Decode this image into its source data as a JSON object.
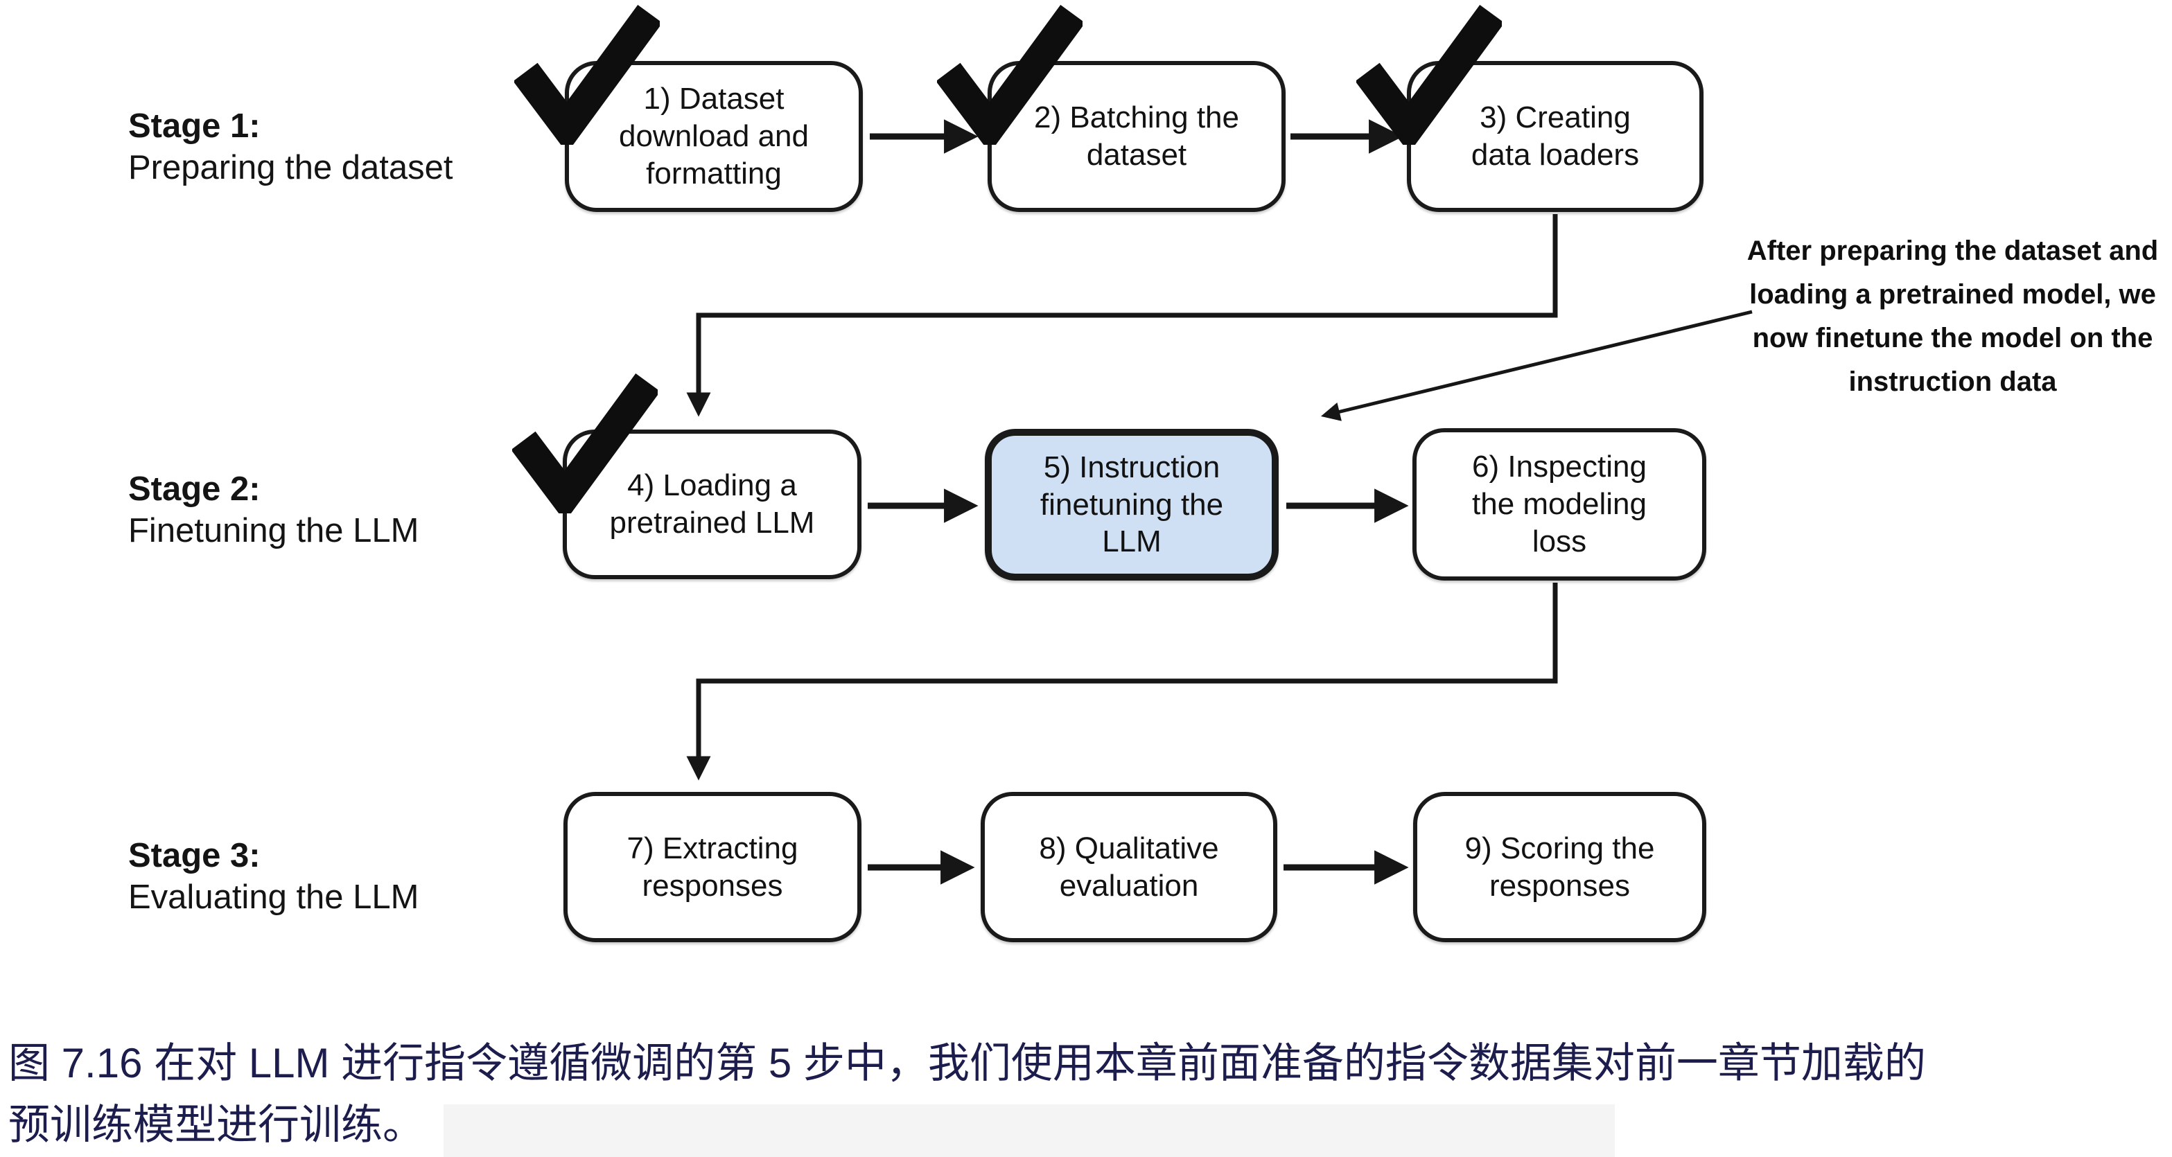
{
  "figure": {
    "stages": [
      {
        "title": "Stage 1:",
        "subtitle": "Preparing the dataset"
      },
      {
        "title": "Stage 2:",
        "subtitle": "Finetuning the LLM"
      },
      {
        "title": "Stage 3:",
        "subtitle": "Evaluating the LLM"
      }
    ],
    "boxes": [
      {
        "label": "1) Dataset download and formatting",
        "checked": true,
        "highlighted": false
      },
      {
        "label": "2) Batching the dataset",
        "checked": true,
        "highlighted": false
      },
      {
        "label": "3) Creating data loaders",
        "checked": true,
        "highlighted": false
      },
      {
        "label": "4) Loading a pretrained LLM",
        "checked": true,
        "highlighted": false
      },
      {
        "label": "5) Instruction finetuning the LLM",
        "checked": false,
        "highlighted": true
      },
      {
        "label": "6) Inspecting the modeling loss",
        "checked": false,
        "highlighted": false
      },
      {
        "label": "7) Extracting responses",
        "checked": false,
        "highlighted": false
      },
      {
        "label": "8) Qualitative evaluation",
        "checked": false,
        "highlighted": false
      },
      {
        "label": "9) Scoring the responses",
        "checked": false,
        "highlighted": false
      }
    ],
    "annotation": {
      "lines": [
        "After preparing the dataset and",
        "loading a pretrained model, we",
        "now finetune the model on the",
        "instruction data"
      ]
    },
    "caption": {
      "line1": "图 7.16 在对 LLM 进行指令遵循微调的第 5 步中，我们使用本章前面准备的指令数据集对前一章节加载的",
      "line2": "预训练模型进行训练。"
    },
    "icons": {
      "checkmark": "✓"
    },
    "colors": {
      "highlight_fill": "#cfe0f5",
      "box_border": "#1a1a1a",
      "connector": "#161616",
      "caption_text": "#1c1c4d"
    }
  }
}
